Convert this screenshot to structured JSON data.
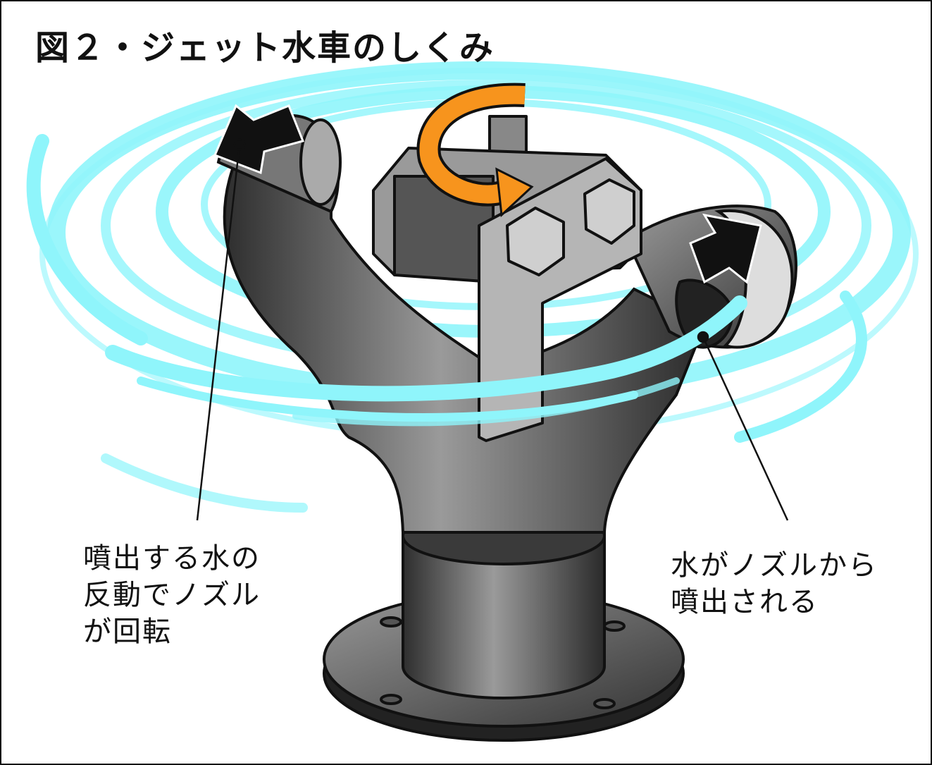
{
  "title": "図２・ジェット水車のしくみ",
  "labels": {
    "left": [
      "噴出する水の",
      "反動でノズル",
      "が回転"
    ],
    "right": [
      "水がノズルから",
      "噴出される"
    ]
  },
  "colors": {
    "water": "#8ff5fb",
    "rotation_arrow": "#f7941d",
    "metal_dark": "#3a3a3a",
    "metal_light": "#b0b0b0",
    "outline": "#111111"
  }
}
